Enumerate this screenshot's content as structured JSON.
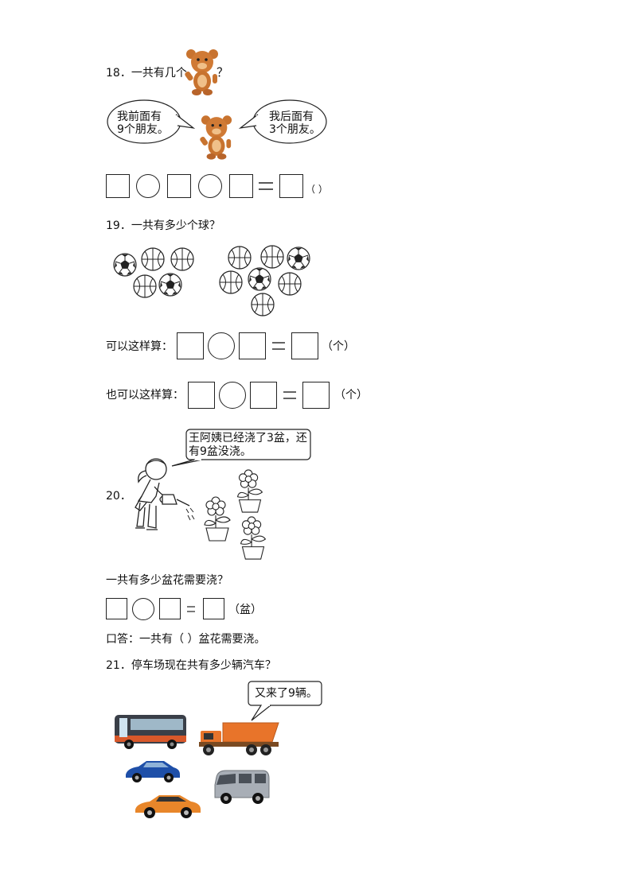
{
  "q18": {
    "title": "18．一共有几个",
    "qmark": "？",
    "bubble_left": [
      "我前面有",
      "9个朋友。"
    ],
    "bubble_right": [
      "我后面有",
      "3个朋友。"
    ],
    "unit": "（ ）"
  },
  "q19": {
    "title": "19．一共有多少个球？",
    "line1_label": "可以这样算：",
    "line2_label": "也可以这样算：",
    "unit": "（个）"
  },
  "q20": {
    "number": "20．",
    "bubble": [
      "王阿姨已经浇了3盆，还",
      "有9盆没浇。"
    ],
    "question": "一共有多少盆花需要浇？",
    "unit": "（盆）",
    "answer": "口答：一共有（    ）盆花需要浇。"
  },
  "q21": {
    "title": "21．停车场现在共有多少辆汽车？",
    "bubble": "又来了9辆。"
  },
  "colors": {
    "bear": "#c8732f",
    "truck": "#e8742a",
    "bus": "#3a3f48",
    "car_blue": "#1e4fa8",
    "car_orange": "#e8862a",
    "van": "#a8aeb6"
  }
}
